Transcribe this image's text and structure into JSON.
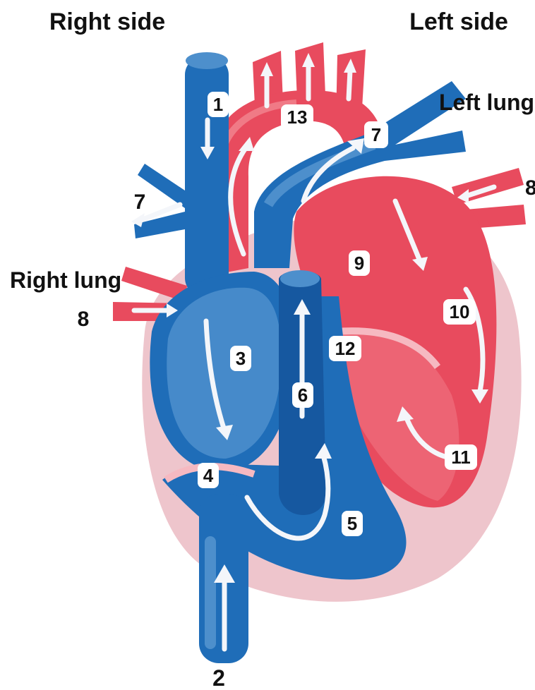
{
  "headings": {
    "right_side": "Right side",
    "left_side": "Left side"
  },
  "side_labels": {
    "left_lung": "Left lung",
    "right_lung": "Right lung",
    "left_pulmonary_veins_number": "8",
    "right_pulmonary_veins_number": "8",
    "right_pulmonary_artery_number": "7",
    "ivc_number": "2"
  },
  "markers": {
    "m1": "1",
    "m3": "3",
    "m4": "4",
    "m5": "5",
    "m6": "6",
    "m7": "7",
    "m9": "9",
    "m10": "10",
    "m11": "11",
    "m12": "12",
    "m13": "13"
  },
  "colors": {
    "deoxygenated_blue": "#1f6db8",
    "blue_light": "#4d8fcc",
    "blue_dark": "#1658a0",
    "oxygenated_red": "#e84b5e",
    "red_light": "#f07a86",
    "pericardium_pink": "#eec5cc",
    "arrow_white": "#f4f6fa"
  }
}
